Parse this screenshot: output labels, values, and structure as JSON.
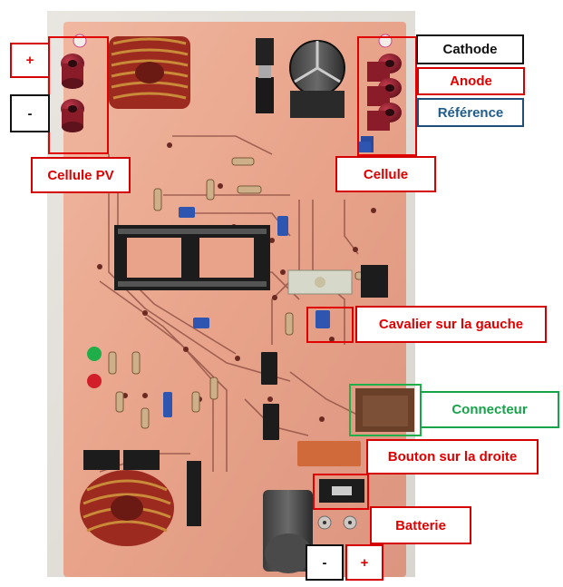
{
  "labels": {
    "pv_plus": "+",
    "pv_minus": "-",
    "pv_cell": "Cellule PV",
    "cathode": "Cathode",
    "anode": "Anode",
    "reference": "Référence",
    "cell": "Cellule",
    "jumper": "Cavalier sur la gauche",
    "connector": "Connecteur",
    "button": "Bouton sur la droite",
    "battery": "Batterie",
    "bat_minus": "-",
    "bat_plus": "+"
  },
  "colors": {
    "board": "#e8a38a",
    "annotation_red": "#e00000",
    "annotation_blue": "#1f5c8a",
    "annotation_green": "#16a34a",
    "trace": "#5a2a2a"
  }
}
